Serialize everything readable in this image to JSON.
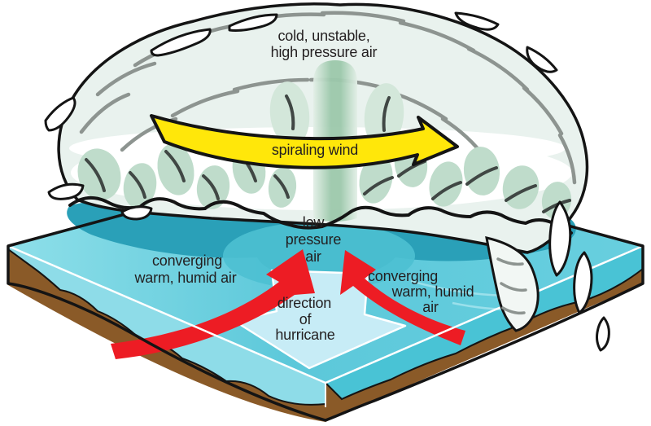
{
  "diagram": {
    "labels": {
      "cold_air": [
        "cold, unstable,",
        "high pressure air"
      ],
      "spiraling_wind": "spiraling wind",
      "low_pressure": [
        "low",
        "pressure",
        "air"
      ],
      "converging_left": [
        "converging",
        "warm, humid air"
      ],
      "converging_right": [
        "converging",
        "warm, humid",
        "air"
      ],
      "direction": [
        "direction",
        "of",
        "hurricane"
      ]
    },
    "colors": {
      "water_top_left": "#8edfe9",
      "water_top": "#5cc8da",
      "water_top_right": "#68cfdf",
      "water_shadow": "#2aa0b8",
      "water_shadow_inner": "#4cc0d2",
      "water_side_left": "#8edce8",
      "water_side_right": "#49c3d5",
      "dirt": "#8a5a28",
      "direction_arrow": "#c7ecf6",
      "wind_arrow": "#ffe70a",
      "converging_arrow": "#ed1c24",
      "cloud_fill": "#e9f2ee",
      "cloud_band_green": "#bfdccb",
      "eye_green": "#9cc8ab",
      "eye_light": "#e3efe7",
      "streak_gray": "#8d9490",
      "streak_dark": "#404744",
      "outline": "#141414",
      "text": "#231f20"
    }
  }
}
